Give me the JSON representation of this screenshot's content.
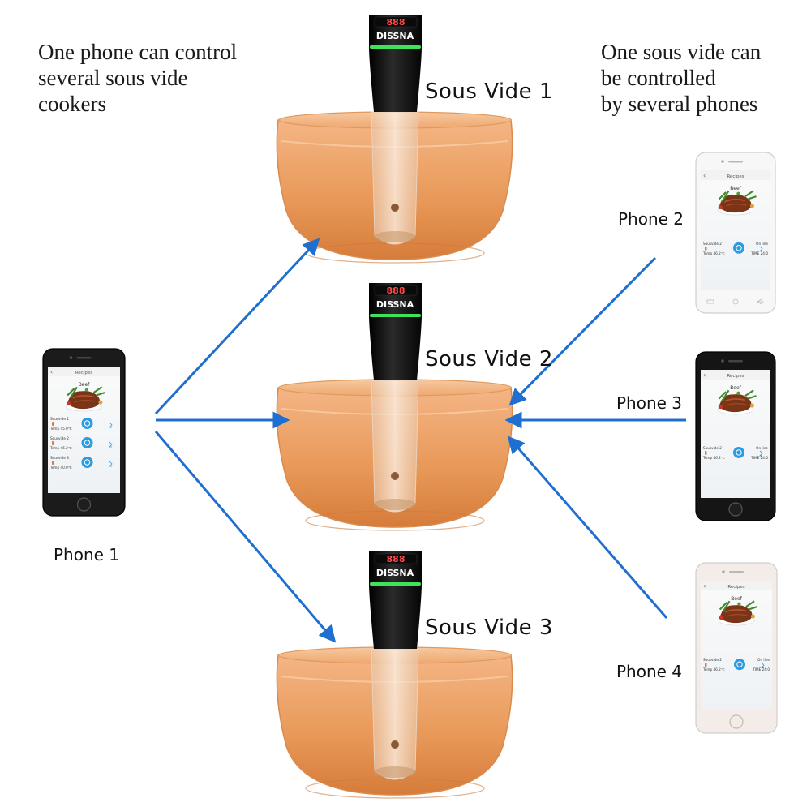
{
  "captions": {
    "left": "One phone can control\nseveral sous vide\ncookers",
    "right": "One sous vide can\nbe controlled\nby several phones"
  },
  "brand": "DISSNA",
  "display_reading": "888",
  "sous_vides": [
    {
      "label": "Sous Vide 1"
    },
    {
      "label": "Sous Vide 2"
    },
    {
      "label": "Sous Vide 3"
    }
  ],
  "phones": [
    {
      "label": "Phone 1"
    },
    {
      "label": "Phone 2"
    },
    {
      "label": "Phone 3"
    },
    {
      "label": "Phone 4"
    }
  ],
  "app_screen": {
    "header": "Recipes",
    "title": "Beef",
    "multi_devices": [
      {
        "name": "Sousvide 1",
        "temp": "Temp 45.0℃"
      },
      {
        "name": "Sousvide 2",
        "temp": "Temp 46.2℃"
      },
      {
        "name": "Sousvide 3",
        "temp": "Temp 40.0℃"
      }
    ],
    "single_device": {
      "name": "Sousvide 2",
      "temp": "Temp 46.2℃",
      "status": "On line",
      "time": "TIME 24:0"
    }
  },
  "colors": {
    "arrow": "#1f6fd0",
    "pot": "#e8964f",
    "heater_body": "#111111",
    "ring": "#3ee35a",
    "power_button": "#2d9be0"
  }
}
